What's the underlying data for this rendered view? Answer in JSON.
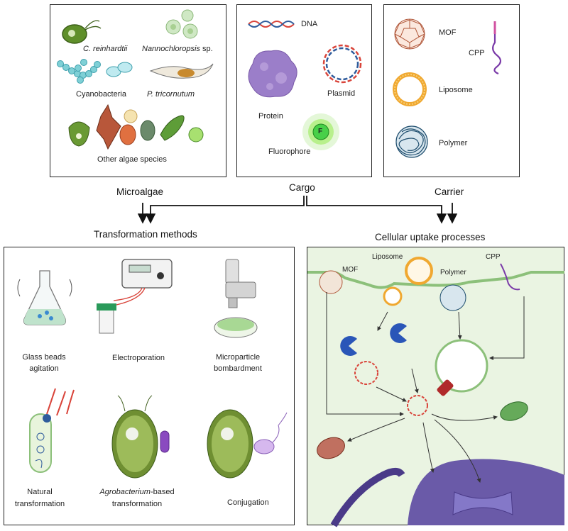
{
  "microalgae": {
    "heading": "Microalgae",
    "species": {
      "c_reinhardtii": "C. reinhardtii",
      "nannochloropsis_genus": "Nannochloropsis",
      "nannochloropsis_suffix": " sp.",
      "cyanobacteria": "Cyanobacteria",
      "p_tricornutum": "P. tricornutum",
      "other": "Other algae species"
    }
  },
  "cargo": {
    "heading": "Cargo",
    "items": {
      "dna": "DNA",
      "plasmid": "Plasmid",
      "protein": "Protein",
      "fluorophore": "Fluorophore",
      "fluorophore_letter": "F"
    }
  },
  "carrier": {
    "heading": "Carrier",
    "items": {
      "mof": "MOF",
      "cpp": "CPP",
      "liposome": "Liposome",
      "polymer": "Polymer"
    }
  },
  "transformation": {
    "heading": "Transformation methods",
    "methods": {
      "glass_beads_1": "Glass beads",
      "glass_beads_2": "agitation",
      "electroporation": "Electroporation",
      "microparticle_1": "Microparticle",
      "microparticle_2": "bombardment",
      "natural_1": "Natural",
      "natural_2": "transformation",
      "agro_italic": "Agrobacterium",
      "agro_rest": "-based",
      "agro_2": "transformation",
      "conjugation": "Conjugation"
    }
  },
  "uptake": {
    "heading": "Cellular uptake processes",
    "labels": {
      "mof": "MOF",
      "liposome": "Liposome",
      "polymer": "Polymer",
      "cpp": "CPP"
    }
  },
  "colors": {
    "cell_fill": "#e6f2de",
    "membrane": "#8cc07a",
    "nucleus": "#6a5aa8",
    "dna_red": "#d9443a",
    "dna_blue": "#2f5c9c",
    "liposome_orange": "#f0a830",
    "polymer_blue": "#1f4e6e",
    "protein_purple": "#8c6fb8",
    "mof_brown": "#b0573a",
    "algae_green": "#7ea842"
  }
}
